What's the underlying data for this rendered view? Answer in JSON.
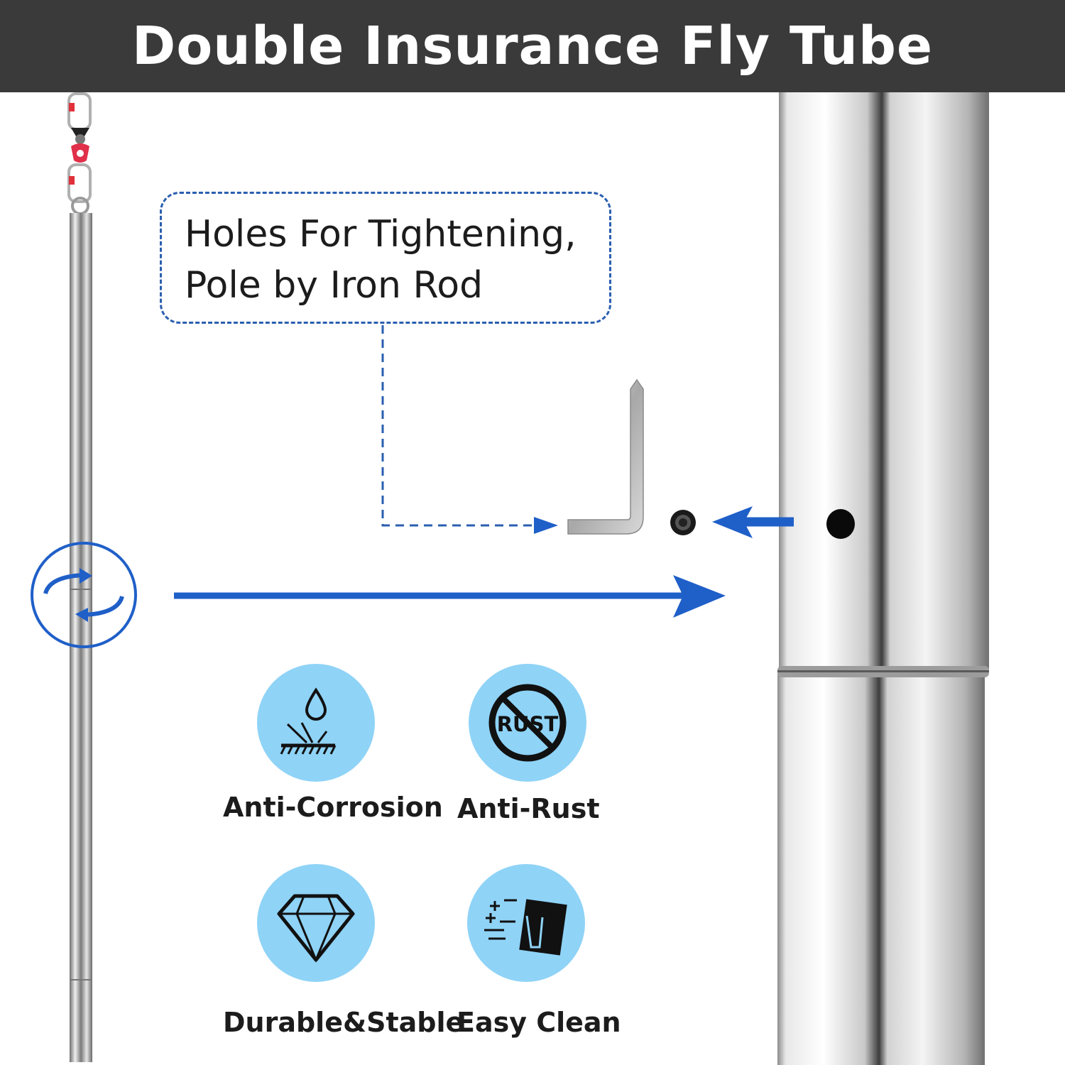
{
  "banner": {
    "title": "Double Insurance Fly Tube"
  },
  "callout": {
    "line1": "Holes For Tightening,",
    "line2": "Pole by Iron Rod"
  },
  "features": [
    {
      "label": "Anti-Corrosion",
      "icon": "water-drop-icon"
    },
    {
      "label": "Anti-Rust",
      "icon": "no-rust-icon",
      "icon_text": "RUST"
    },
    {
      "label": "Durable&Stable",
      "icon": "diamond-icon"
    },
    {
      "label": "Easy Clean",
      "icon": "cleaning-hand-icon"
    }
  ],
  "colors": {
    "banner_bg": "#3a3a3a",
    "accent_blue": "#1f5fc8",
    "feature_circle": "#8fd3f7",
    "icon_black": "#111111"
  }
}
